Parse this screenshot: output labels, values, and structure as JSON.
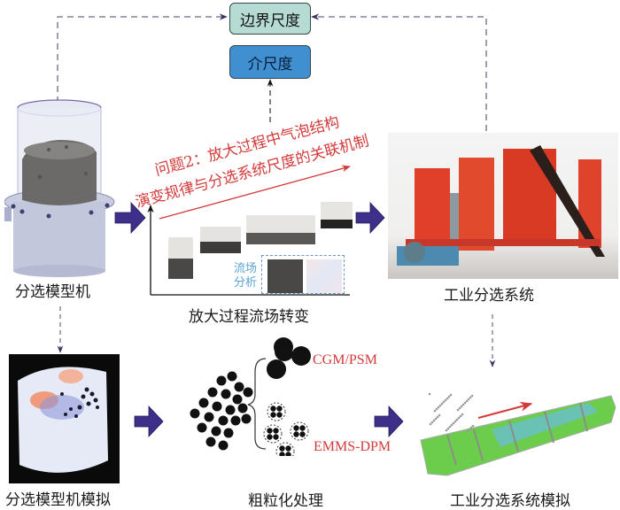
{
  "scales": {
    "boundary_scale": "边界尺度",
    "meso_scale": "介尺度"
  },
  "problem": {
    "line1": "问题2：放大过程中气泡结构",
    "line2": "演变规律与分选系统尺度的关联机制"
  },
  "top_row": {
    "model_machine": "分选模型机",
    "scaleup_flow": "放大过程流场转变",
    "flow_analysis_line1": "流场",
    "flow_analysis_line2": "分析",
    "industrial_system": "工业分选系统"
  },
  "bottom_row": {
    "model_sim": "分选模型机模拟",
    "coarse_graining": "粗粒化处理",
    "method_1": "CGM/PSM",
    "method_2": "EMMS-DPM",
    "industrial_sim": "工业分选系统模拟"
  },
  "colors": {
    "arrow_fill": "#3d2f8a",
    "problem_red": "#d33a3a",
    "boundary_box": "#b6dbd2",
    "meso_box": "#3f8fd1",
    "dashed_line": "#6b6a86",
    "equipment_red": "#e0402a"
  }
}
